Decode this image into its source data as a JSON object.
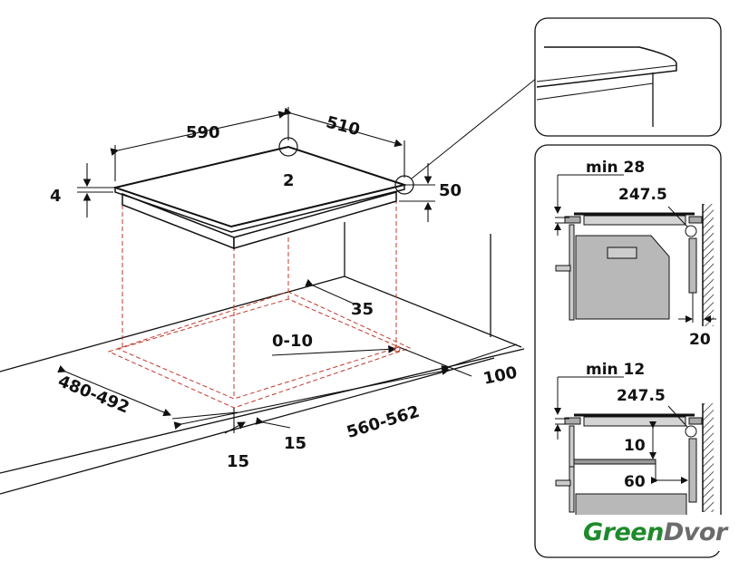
{
  "dimensions": {
    "width": "590",
    "depth": "510",
    "corner_radius_marker": "2",
    "glass_thickness": "4",
    "total_height": "50",
    "back_clearance": "35",
    "cutout_tolerance": "0-10",
    "front_depth": "100",
    "cutout_depth": "480-492",
    "cutout_width": "560-562",
    "margin_left": "15",
    "margin_right": "15"
  },
  "detail_top": {
    "min_label": "min 28",
    "dim_label": "247.5",
    "side_label": "20"
  },
  "detail_bottom": {
    "min_label": "min 12",
    "dim_label": "247.5",
    "gap_label": "10",
    "depth_label": "60"
  },
  "logo": {
    "part1": "Green",
    "part2": "Dvor"
  },
  "colors": {
    "line": "#111111",
    "dashed": "#c0392b",
    "fill": "#c8c8c8",
    "logo_green": "#1f8a2c",
    "logo_gray": "#6b6b6b"
  }
}
